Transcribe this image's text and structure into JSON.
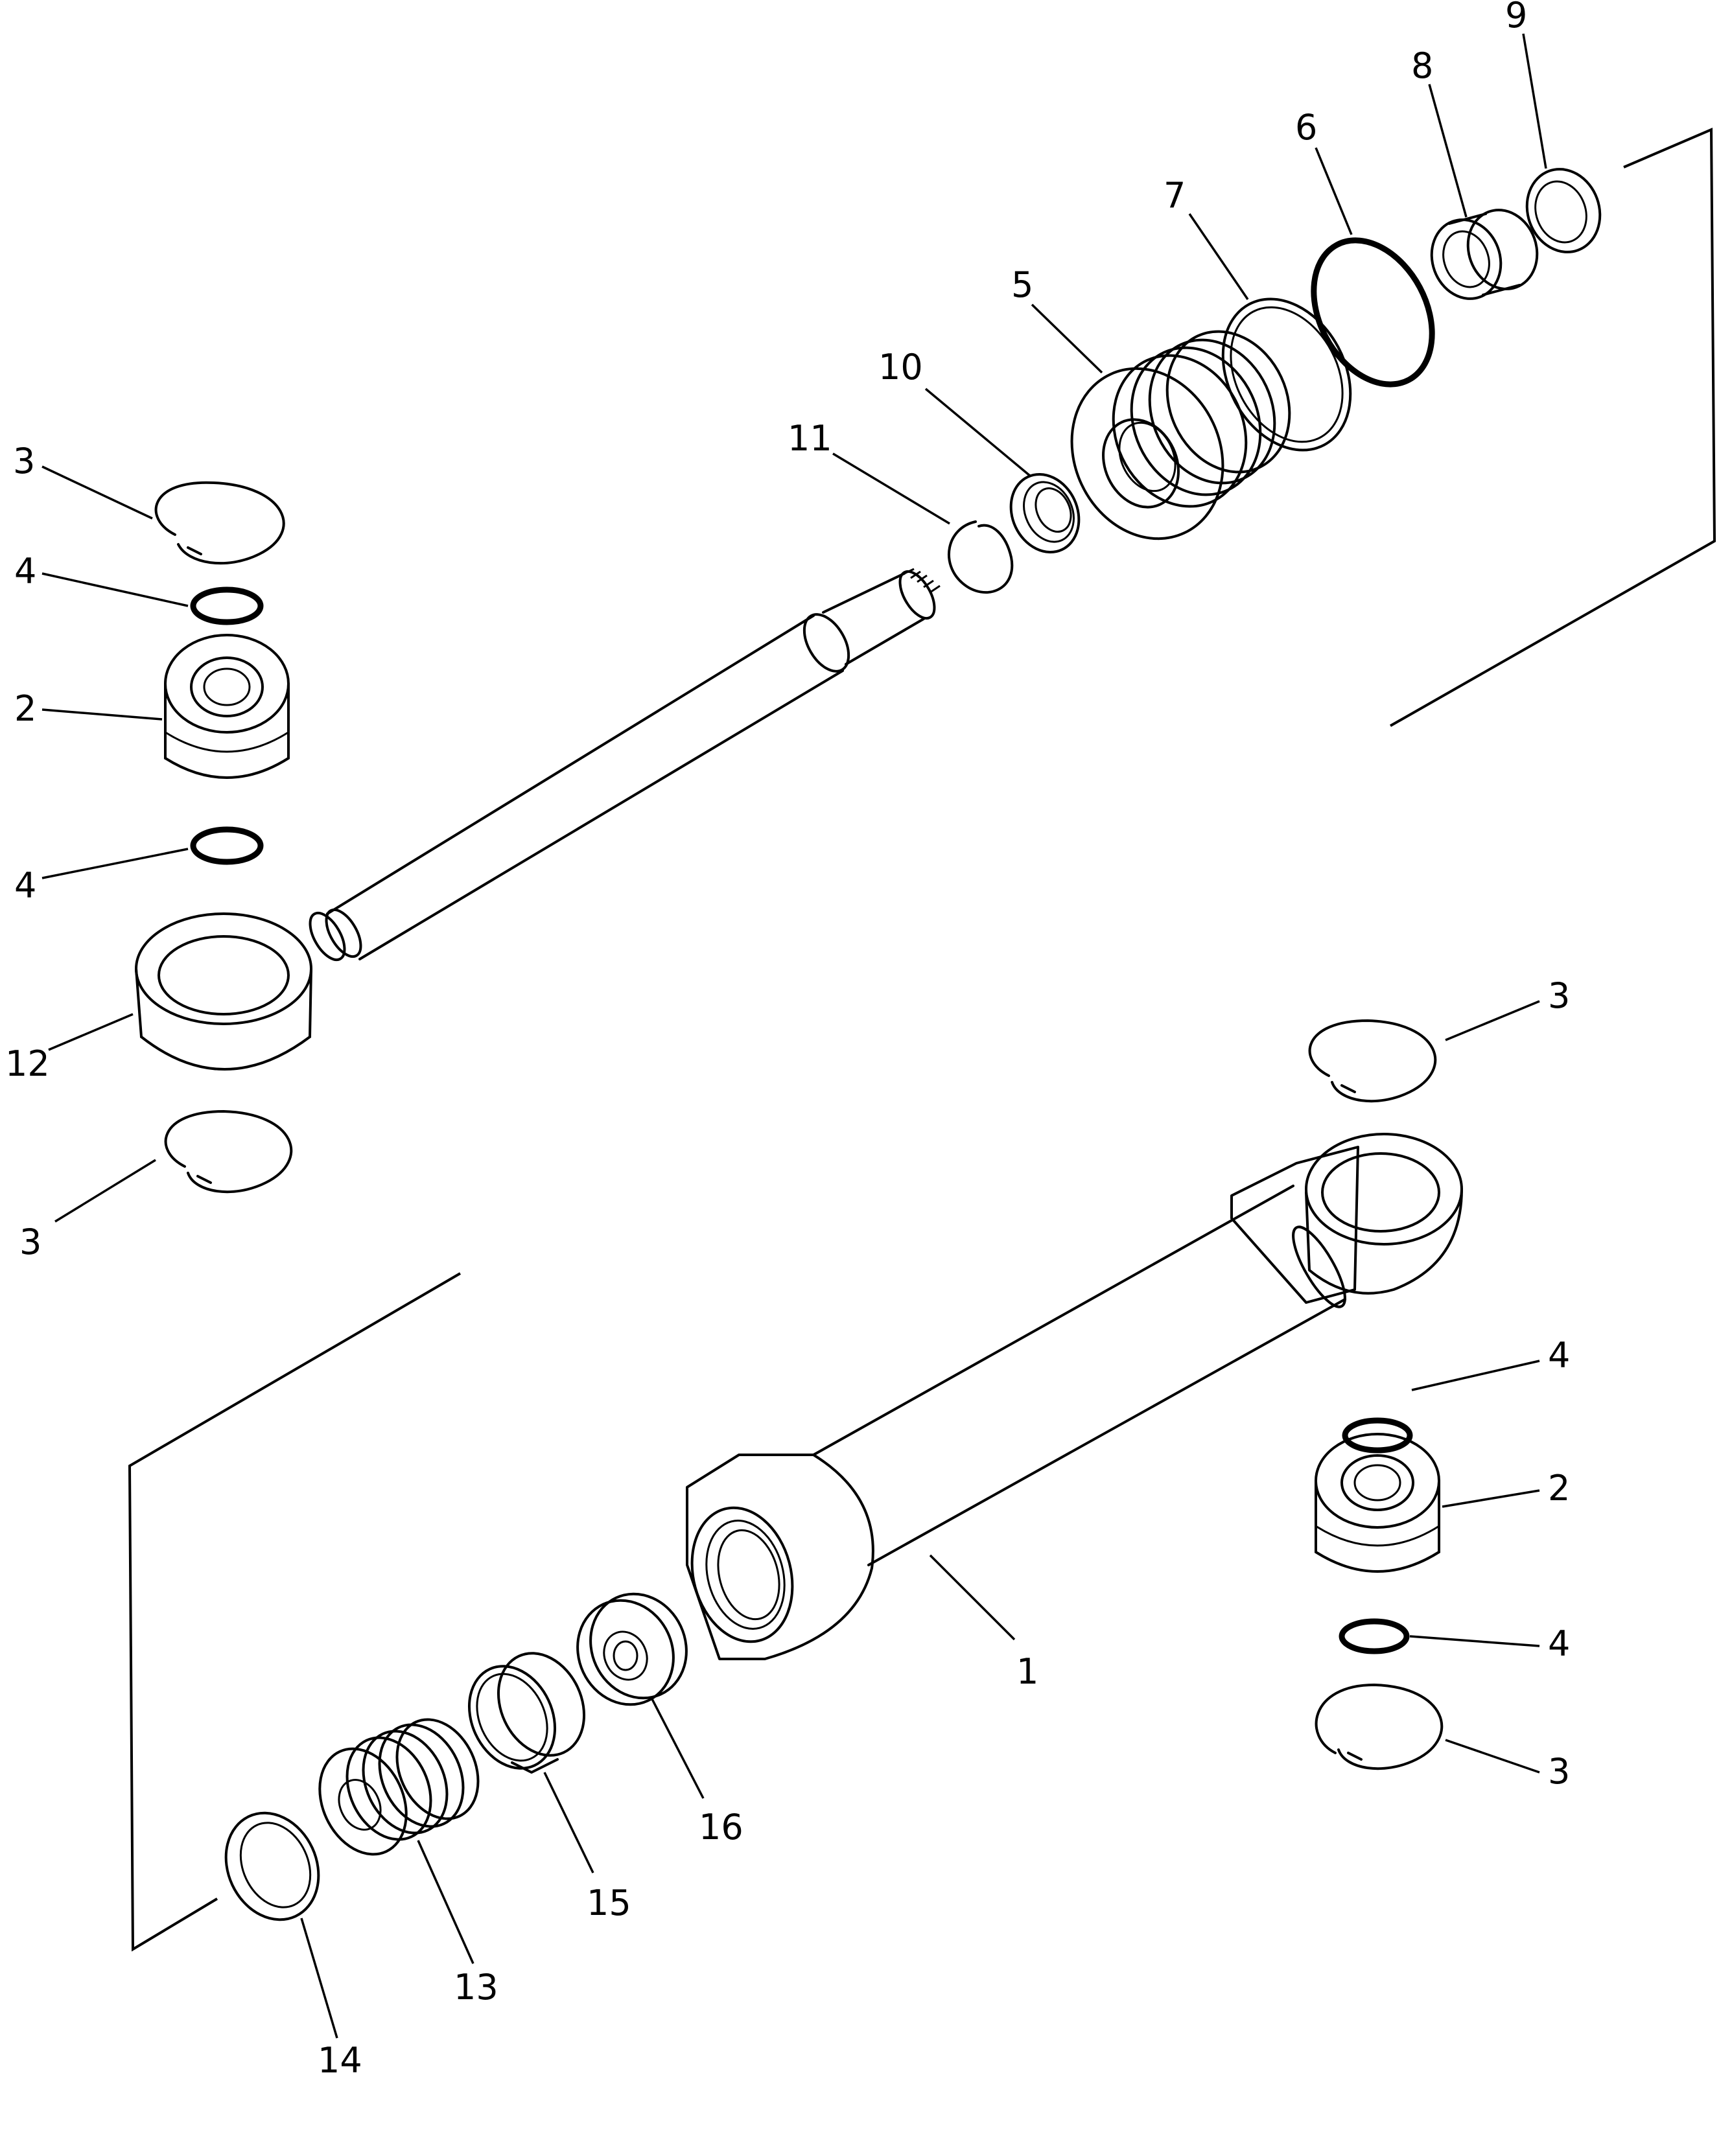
{
  "callouts": [
    {
      "id": "c9",
      "text": "9"
    },
    {
      "id": "c8",
      "text": "8"
    },
    {
      "id": "c6",
      "text": "6"
    },
    {
      "id": "c7",
      "text": "7"
    },
    {
      "id": "c5",
      "text": "5"
    },
    {
      "id": "c10",
      "text": "10"
    },
    {
      "id": "c11",
      "text": "11"
    },
    {
      "id": "c3a",
      "text": "3"
    },
    {
      "id": "c4a",
      "text": "4"
    },
    {
      "id": "c2a",
      "text": "2"
    },
    {
      "id": "c4b",
      "text": "4"
    },
    {
      "id": "c12",
      "text": "12"
    },
    {
      "id": "c3b",
      "text": "3"
    },
    {
      "id": "c3c",
      "text": "3"
    },
    {
      "id": "c4c",
      "text": "4"
    },
    {
      "id": "c2b",
      "text": "2"
    },
    {
      "id": "c4d",
      "text": "4"
    },
    {
      "id": "c3d",
      "text": "3"
    },
    {
      "id": "c1",
      "text": "1"
    },
    {
      "id": "c16",
      "text": "16"
    },
    {
      "id": "c15",
      "text": "15"
    },
    {
      "id": "c13",
      "text": "13"
    },
    {
      "id": "c14",
      "text": "14"
    }
  ]
}
